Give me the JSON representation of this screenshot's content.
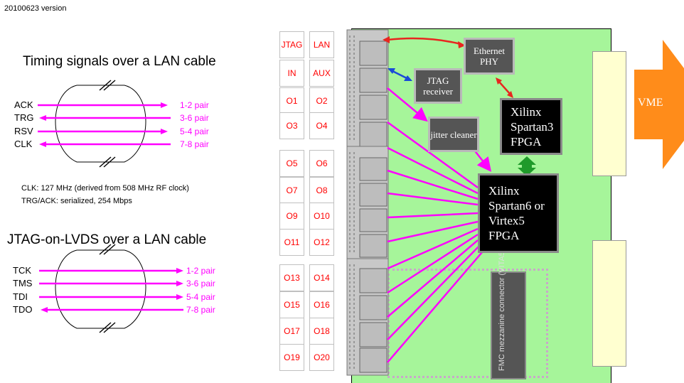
{
  "version": "20100623 version",
  "left": {
    "timing_heading": "Timing signals over a LAN cable",
    "timing_signals": [
      {
        "name": "ACK",
        "pair": "1-2 pair"
      },
      {
        "name": "TRG",
        "pair": "3-6 pair"
      },
      {
        "name": "RSV",
        "pair": "5-4 pair"
      },
      {
        "name": "CLK",
        "pair": "7-8 pair"
      }
    ],
    "note1": "CLK: 127 MHz (derived from 508 MHz RF clock)",
    "note2": "TRG/ACK: serialized, 254 Mbps",
    "jtag_heading": "JTAG-on-LVDS over a LAN cable",
    "jtag_signals": [
      {
        "name": "TCK",
        "pair": "1-2 pair"
      },
      {
        "name": "TMS",
        "pair": "3-6 pair"
      },
      {
        "name": "TDI",
        "pair": "5-4 pair"
      },
      {
        "name": "TDO",
        "pair": "7-8 pair"
      }
    ]
  },
  "ports": {
    "rows": [
      [
        "JTAG",
        "LAN"
      ],
      [
        "IN",
        "AUX"
      ],
      [
        "O1",
        "O2"
      ],
      [
        "O3",
        "O4"
      ],
      [
        "O5",
        "O6"
      ],
      [
        "O7",
        "O8"
      ],
      [
        "O9",
        "O10"
      ],
      [
        "O11",
        "O12"
      ],
      [
        "O13",
        "O14"
      ],
      [
        "O15",
        "O16"
      ],
      [
        "O17",
        "O18"
      ],
      [
        "O19",
        "O20"
      ]
    ]
  },
  "board": {
    "ethernet": "Ethernet PHY",
    "jtag_receiver": "JTAG receiver",
    "jitter_cleaner": "jitter cleaner",
    "spartan3": "Xilinx Spartan3 FPGA",
    "spartan6": "Xilinx Spartan6 or Virtex5 FPGA",
    "fmc": "FMC mezzanine connector (VITA57)",
    "vme": "VME"
  },
  "colors": {
    "board": "#a6f59a",
    "signal": "#ff00ff",
    "port_text": "#ff0000",
    "vme_arrow": "#ff8c1a",
    "eth_arrow": "#e8261f",
    "jtag_arrow": "#1a4ad8",
    "fpga_link": "#1f9a2a"
  }
}
